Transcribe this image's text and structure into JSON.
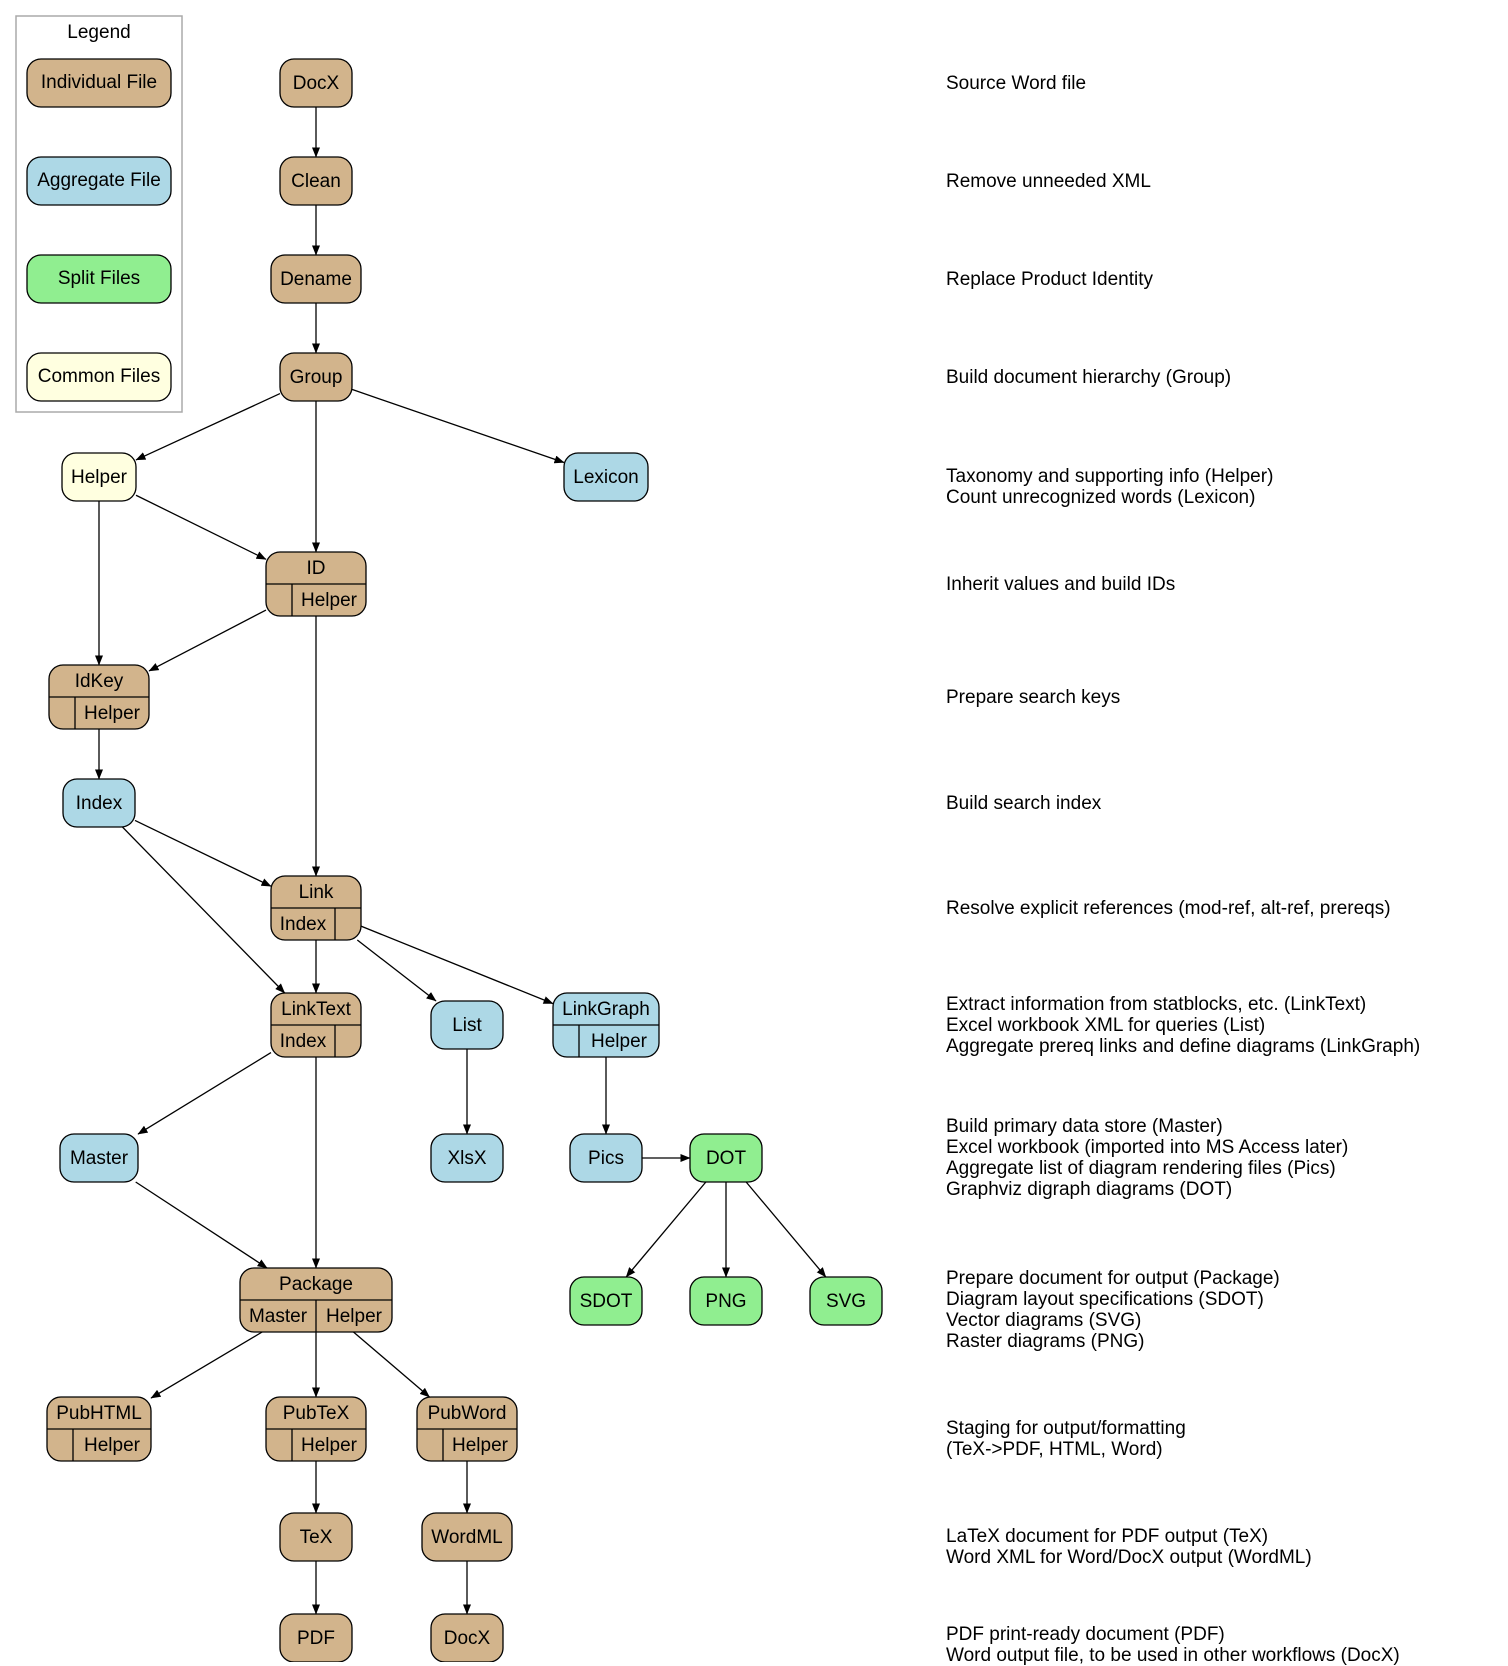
{
  "legend": {
    "title": "Legend",
    "items": [
      {
        "label": "Individual File",
        "color": "#d2b48c"
      },
      {
        "label": "Aggregate File",
        "color": "#add8e6"
      },
      {
        "label": "Split Files",
        "color": "#90ee90"
      },
      {
        "label": "Common Files",
        "color": "#ffffe0"
      }
    ]
  },
  "colors": {
    "individual": "#d2b48c",
    "aggregate": "#add8e6",
    "split": "#90ee90",
    "common": "#ffffe0",
    "stroke": "#000000",
    "legend_border": "#aaaaaa"
  },
  "nodes": [
    {
      "id": "docx_src",
      "label": "DocX",
      "kind": "individual"
    },
    {
      "id": "clean",
      "label": "Clean",
      "kind": "individual"
    },
    {
      "id": "dename",
      "label": "Dename",
      "kind": "individual"
    },
    {
      "id": "group",
      "label": "Group",
      "kind": "individual"
    },
    {
      "id": "helper",
      "label": "Helper",
      "kind": "common"
    },
    {
      "id": "lexicon",
      "label": "Lexicon",
      "kind": "aggregate"
    },
    {
      "id": "id",
      "label": "ID",
      "kind": "individual",
      "sub": [
        "",
        "Helper"
      ]
    },
    {
      "id": "idkey",
      "label": "IdKey",
      "kind": "individual",
      "sub": [
        "",
        "Helper"
      ]
    },
    {
      "id": "index",
      "label": "Index",
      "kind": "aggregate"
    },
    {
      "id": "link",
      "label": "Link",
      "kind": "individual",
      "sub": [
        "Index",
        ""
      ]
    },
    {
      "id": "linktext",
      "label": "LinkText",
      "kind": "individual",
      "sub": [
        "Index",
        ""
      ]
    },
    {
      "id": "list",
      "label": "List",
      "kind": "aggregate"
    },
    {
      "id": "linkgraph",
      "label": "LinkGraph",
      "kind": "aggregate",
      "sub": [
        "",
        "Helper"
      ]
    },
    {
      "id": "master",
      "label": "Master",
      "kind": "aggregate"
    },
    {
      "id": "xlsx",
      "label": "XlsX",
      "kind": "aggregate"
    },
    {
      "id": "pics",
      "label": "Pics",
      "kind": "aggregate"
    },
    {
      "id": "dot",
      "label": "DOT",
      "kind": "split"
    },
    {
      "id": "package",
      "label": "Package",
      "kind": "individual",
      "sub": [
        "Master",
        "Helper"
      ]
    },
    {
      "id": "sdot",
      "label": "SDOT",
      "kind": "split"
    },
    {
      "id": "png",
      "label": "PNG",
      "kind": "split"
    },
    {
      "id": "svg",
      "label": "SVG",
      "kind": "split"
    },
    {
      "id": "pubhtml",
      "label": "PubHTML",
      "kind": "individual",
      "sub": [
        "",
        "Helper"
      ]
    },
    {
      "id": "pubtex",
      "label": "PubTeX",
      "kind": "individual",
      "sub": [
        "",
        "Helper"
      ]
    },
    {
      "id": "pubword",
      "label": "PubWord",
      "kind": "individual",
      "sub": [
        "",
        "Helper"
      ]
    },
    {
      "id": "tex",
      "label": "TeX",
      "kind": "individual"
    },
    {
      "id": "wordml",
      "label": "WordML",
      "kind": "individual"
    },
    {
      "id": "pdf",
      "label": "PDF",
      "kind": "individual"
    },
    {
      "id": "docx_out",
      "label": "DocX",
      "kind": "individual"
    }
  ],
  "edges": [
    [
      "docx_src",
      "clean"
    ],
    [
      "clean",
      "dename"
    ],
    [
      "dename",
      "group"
    ],
    [
      "group",
      "helper"
    ],
    [
      "group",
      "id"
    ],
    [
      "group",
      "lexicon"
    ],
    [
      "helper",
      "id"
    ],
    [
      "helper",
      "idkey"
    ],
    [
      "id",
      "idkey"
    ],
    [
      "idkey",
      "index"
    ],
    [
      "index",
      "link"
    ],
    [
      "index",
      "linktext"
    ],
    [
      "id",
      "link"
    ],
    [
      "link",
      "linktext"
    ],
    [
      "link",
      "list"
    ],
    [
      "link",
      "linkgraph"
    ],
    [
      "linktext",
      "master"
    ],
    [
      "linktext",
      "package"
    ],
    [
      "list",
      "xlsx"
    ],
    [
      "linkgraph",
      "pics"
    ],
    [
      "pics",
      "dot"
    ],
    [
      "dot",
      "sdot"
    ],
    [
      "dot",
      "png"
    ],
    [
      "dot",
      "svg"
    ],
    [
      "master",
      "package"
    ],
    [
      "package",
      "pubhtml"
    ],
    [
      "package",
      "pubtex"
    ],
    [
      "package",
      "pubword"
    ],
    [
      "pubtex",
      "tex"
    ],
    [
      "pubword",
      "wordml"
    ],
    [
      "tex",
      "pdf"
    ],
    [
      "wordml",
      "docx_out"
    ]
  ],
  "annotations": [
    [
      "Source Word file"
    ],
    [
      "Remove unneeded XML"
    ],
    [
      "Replace Product Identity"
    ],
    [
      "Build document hierarchy (Group)"
    ],
    [
      "Taxonomy and supporting info (Helper)",
      "Count unrecognized words (Lexicon)"
    ],
    [
      "Inherit values and build IDs"
    ],
    [
      "Prepare search keys"
    ],
    [
      "Build search index"
    ],
    [
      "Resolve explicit references (mod-ref, alt-ref, prereqs)"
    ],
    [
      "Extract information from statblocks, etc. (LinkText)",
      "Excel workbook XML for queries (List)",
      "Aggregate prereq links and define diagrams (LinkGraph)"
    ],
    [
      "Build primary data store (Master)",
      "Excel workbook (imported into MS Access later)",
      "Aggregate list of diagram rendering files (Pics)",
      "Graphviz digraph diagrams (DOT)"
    ],
    [
      "Prepare document for output (Package)",
      "Diagram layout specifications (SDOT)",
      "Vector diagrams (SVG)",
      "Raster diagrams (PNG)"
    ],
    [
      "Staging for output/formatting",
      "(TeX->PDF, HTML, Word)"
    ],
    [
      "LaTeX document for PDF output (TeX)",
      "Word XML for Word/DocX output (WordML)"
    ],
    [
      "PDF print-ready document (PDF)",
      "Word output file, to be used in other workflows (DocX)"
    ]
  ]
}
